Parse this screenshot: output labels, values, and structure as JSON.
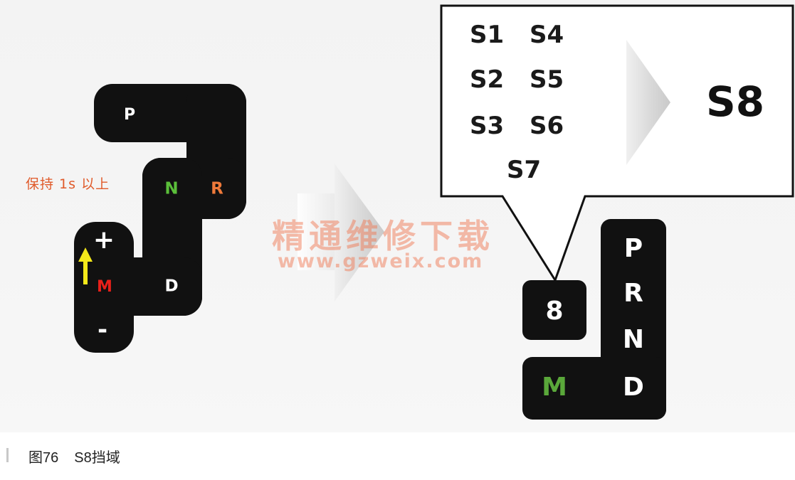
{
  "left_gate": {
    "positions": {
      "p": "P",
      "n": "N",
      "r": "R",
      "plus": "+",
      "m": "M",
      "d": "D",
      "minus": "-"
    },
    "hold_note": "保持 1s 以上"
  },
  "callout": {
    "items": [
      "S1",
      "S4",
      "S2",
      "S5",
      "S3",
      "S6",
      "S7"
    ],
    "result": "S8"
  },
  "right_gate": {
    "positions": {
      "eight": "8",
      "p": "P",
      "r": "R",
      "n": "N",
      "m": "M",
      "d": "D"
    }
  },
  "watermark": {
    "cn": "精通维修下载",
    "url": "www.gzweix.com"
  },
  "caption": {
    "figure_no": "图76",
    "title": "S8挡域"
  },
  "colors": {
    "gate_bg": "#111111",
    "n_green": "#5bbf3a",
    "r_orange": "#f07a3a",
    "m_red": "#e8201a",
    "arrow_yellow": "#f3e81a",
    "m_green_right": "#5aa83a"
  }
}
